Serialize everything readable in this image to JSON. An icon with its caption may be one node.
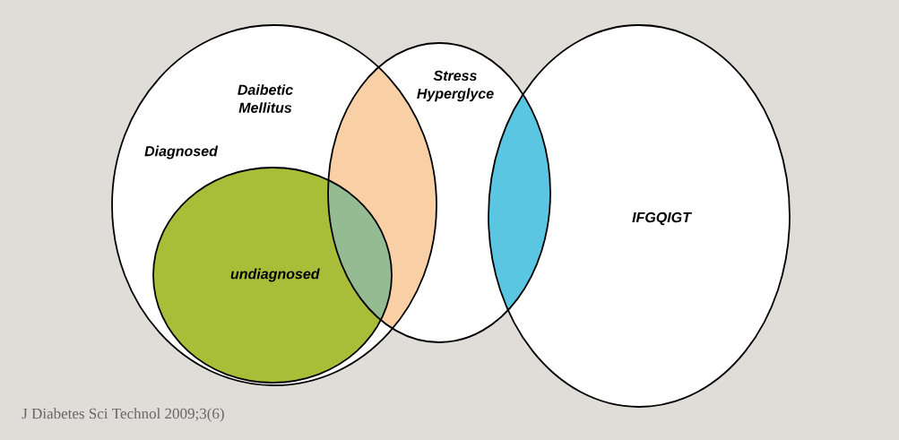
{
  "diagram": {
    "caption": "J Diabetes Sci Technol 2009;3(6)",
    "nodes": [
      {
        "text": [
          "Daibetic Mellitus",
          "Diagnosed"
        ]
      },
      {
        "text": [
          "undiagnosed"
        ],
        "in": 0
      },
      {
        "text": [
          "Stress Hyperglyce"
        ]
      },
      {
        "text": [
          "IFGQIGT"
        ]
      }
    ],
    "edges": []
  }
}
